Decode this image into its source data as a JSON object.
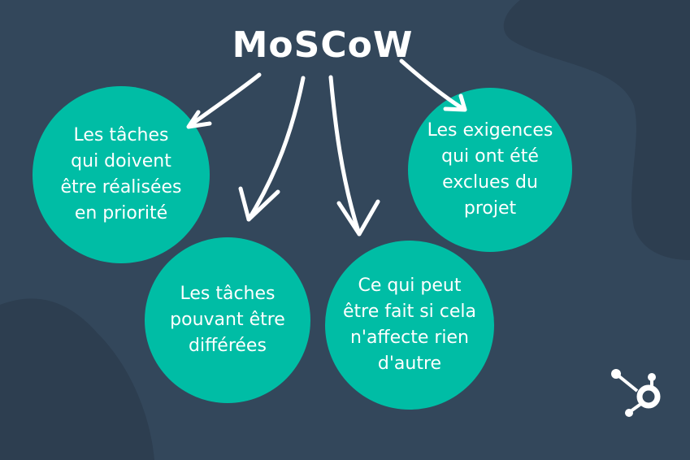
{
  "title": "MoSCoW",
  "colors": {
    "background": "#33475b",
    "background_shape": "#2d3e50",
    "circle": "#00bda5",
    "text": "#ffffff"
  },
  "circles": [
    {
      "key": "must",
      "text": "Les tâches\nqui doivent\nêtre réalisées\nen priorité"
    },
    {
      "key": "should",
      "text": "Les tâches\npouvant être\ndifférées"
    },
    {
      "key": "could",
      "text": "Ce qui peut\nêtre fait si cela\nn'affecte rien\nd'autre"
    },
    {
      "key": "wont",
      "text": "Les exigences\nqui ont été\nexclues du\nprojet"
    }
  ],
  "logo": {
    "icon": "hubspot-logo-icon"
  }
}
